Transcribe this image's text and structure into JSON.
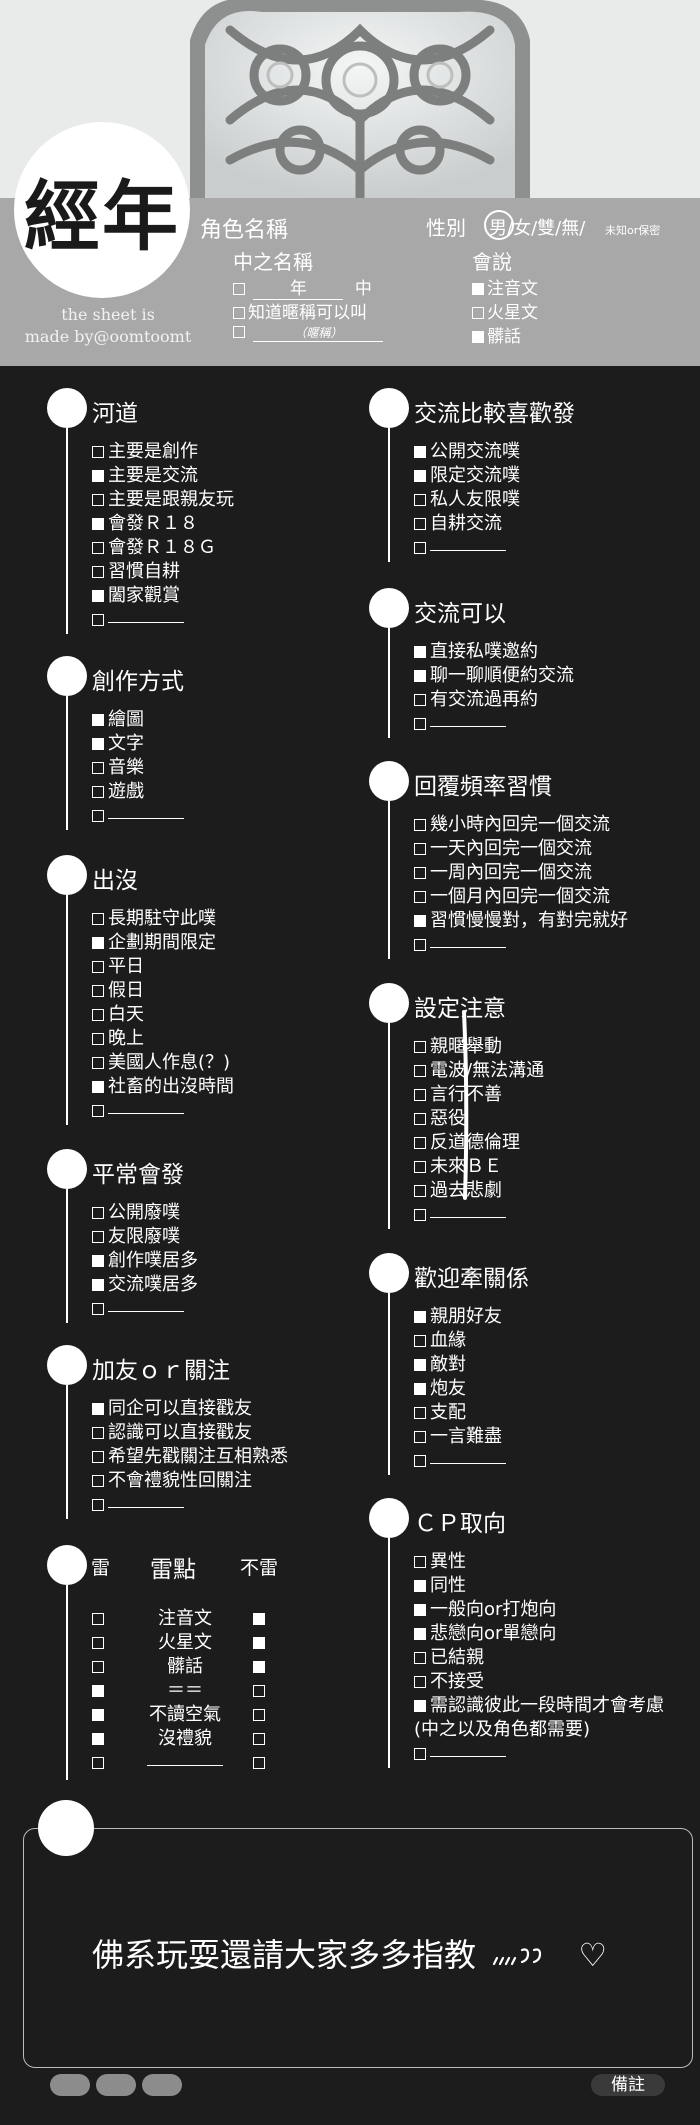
{
  "header": {
    "logo": "經年",
    "made_by_line1": "the sheet is",
    "made_by_line2": "made by@oomtoomt",
    "role_name": "角色名稱",
    "gender_label": "性別",
    "gender_options": "男/女/雙/無/",
    "gender_unknown": "未知or保密",
    "mid_name": "中之名稱",
    "mid_year": "年",
    "mid_mid": "中",
    "mid_nick": "知道暱稱可以叫",
    "mid_nick_hint": "（暱稱）",
    "speak_label": "會說",
    "speak_items": [
      "注音文",
      "火星文",
      "髒話"
    ]
  },
  "colors": {
    "bg": "#1c1c1c",
    "band": "#a8a8a8",
    "box_border": "#bbbbbb",
    "pill": "#8c8c8c"
  },
  "left_sections": [
    {
      "title": "河道",
      "items": [
        {
          "label": "主要是創作",
          "checked": false
        },
        {
          "label": "主要是交流",
          "checked": true
        },
        {
          "label": "主要是跟親友玩",
          "checked": false
        },
        {
          "label": "會發Ｒ１８",
          "checked": true
        },
        {
          "label": "會發Ｒ１８Ｇ",
          "checked": false
        },
        {
          "label": "習慣自耕",
          "checked": false
        },
        {
          "label": "闔家觀賞",
          "checked": true
        },
        {
          "label": "",
          "checked": false
        }
      ]
    },
    {
      "title": "創作方式",
      "items": [
        {
          "label": "繪圖",
          "checked": true
        },
        {
          "label": "文字",
          "checked": true
        },
        {
          "label": "音樂",
          "checked": false
        },
        {
          "label": "遊戲",
          "checked": false
        },
        {
          "label": "",
          "checked": false
        }
      ]
    },
    {
      "title": "出沒",
      "items": [
        {
          "label": "長期駐守此噗",
          "checked": false
        },
        {
          "label": "企劃期間限定",
          "checked": true
        },
        {
          "label": "平日",
          "checked": false
        },
        {
          "label": "假日",
          "checked": false
        },
        {
          "label": "白天",
          "checked": false
        },
        {
          "label": "晚上",
          "checked": false
        },
        {
          "label": "美國人作息(？)",
          "checked": false
        },
        {
          "label": "社畜的出沒時間",
          "checked": true
        },
        {
          "label": "",
          "checked": false
        }
      ]
    },
    {
      "title": "平常會發",
      "items": [
        {
          "label": "公開廢噗",
          "checked": false
        },
        {
          "label": "友限廢噗",
          "checked": false
        },
        {
          "label": "創作噗居多",
          "checked": true
        },
        {
          "label": "交流噗居多",
          "checked": true
        },
        {
          "label": "",
          "checked": false
        }
      ]
    },
    {
      "title": "加友ｏｒ關注",
      "items": [
        {
          "label": "同企可以直接戳友",
          "checked": true
        },
        {
          "label": "認識可以直接戳友",
          "checked": false
        },
        {
          "label": "希望先戳關注互相熟悉",
          "checked": false
        },
        {
          "label": "不會禮貌性回關注",
          "checked": false
        },
        {
          "label": "",
          "checked": false
        }
      ]
    }
  ],
  "thunder": {
    "col_left": "雷",
    "col_mid": "雷點",
    "col_right": "不雷",
    "rows": [
      {
        "label": "注音文",
        "left": false,
        "right": true
      },
      {
        "label": "火星文",
        "left": false,
        "right": true
      },
      {
        "label": "髒話",
        "left": false,
        "right": true
      },
      {
        "label": "＝＝",
        "left": true,
        "right": false
      },
      {
        "label": "不讀空氣",
        "left": true,
        "right": false
      },
      {
        "label": "沒禮貌",
        "left": true,
        "right": false
      },
      {
        "label": "",
        "left": false,
        "right": false
      }
    ]
  },
  "right_sections": [
    {
      "title": "交流比較喜歡發",
      "items": [
        {
          "label": "公開交流噗",
          "checked": true
        },
        {
          "label": "限定交流噗",
          "checked": true
        },
        {
          "label": "私人友限噗",
          "checked": false
        },
        {
          "label": "自耕交流",
          "checked": false
        },
        {
          "label": "",
          "checked": false
        }
      ]
    },
    {
      "title": "交流可以",
      "items": [
        {
          "label": "直接私噗邀約",
          "checked": true
        },
        {
          "label": "聊一聊順便約交流",
          "checked": true
        },
        {
          "label": "有交流過再約",
          "checked": false
        },
        {
          "label": "",
          "checked": false
        }
      ]
    },
    {
      "title": "回覆頻率習慣",
      "items": [
        {
          "label": "幾小時內回完一個交流",
          "checked": false
        },
        {
          "label": "一天內回完一個交流",
          "checked": false
        },
        {
          "label": "一周內回完一個交流",
          "checked": false
        },
        {
          "label": "一個月內回完一個交流",
          "checked": false
        },
        {
          "label": "習慣慢慢對，有對完就好",
          "checked": true
        },
        {
          "label": "",
          "checked": false
        }
      ]
    },
    {
      "title": "設定注意",
      "items": [
        {
          "label": "親暱舉動",
          "checked": false
        },
        {
          "label": "電波/無法溝通",
          "checked": false
        },
        {
          "label": "言行不善",
          "checked": false
        },
        {
          "label": "惡役",
          "checked": false
        },
        {
          "label": "反道德倫理",
          "checked": false
        },
        {
          "label": "未來ＢＥ",
          "checked": false
        },
        {
          "label": "過去悲劇",
          "checked": false
        },
        {
          "label": "",
          "checked": false
        }
      ]
    },
    {
      "title": "歡迎牽關係",
      "items": [
        {
          "label": "親朋好友",
          "checked": true
        },
        {
          "label": "血緣",
          "checked": false
        },
        {
          "label": "敵對",
          "checked": true
        },
        {
          "label": "炮友",
          "checked": true
        },
        {
          "label": "支配",
          "checked": false
        },
        {
          "label": "一言難盡",
          "checked": false
        },
        {
          "label": "",
          "checked": false
        }
      ]
    },
    {
      "title": "ＣＰ取向",
      "items": [
        {
          "label": "異性",
          "checked": false
        },
        {
          "label": "同性",
          "checked": true
        },
        {
          "label": "一般向or打炮向",
          "checked": true
        },
        {
          "label": "悲戀向or單戀向",
          "checked": true
        },
        {
          "label": "已結親",
          "checked": false
        },
        {
          "label": "不接受",
          "checked": false
        },
        {
          "label": "需認識彼此一段時間才會考慮",
          "checked": true
        },
        {
          "label": "(中之以及角色都需要)",
          "checked": null
        },
        {
          "label": "",
          "checked": false
        }
      ]
    }
  ],
  "bottom": {
    "message": "佛系玩耍還請大家多多指教",
    "message_suffix": "♡",
    "memo": "備註"
  }
}
